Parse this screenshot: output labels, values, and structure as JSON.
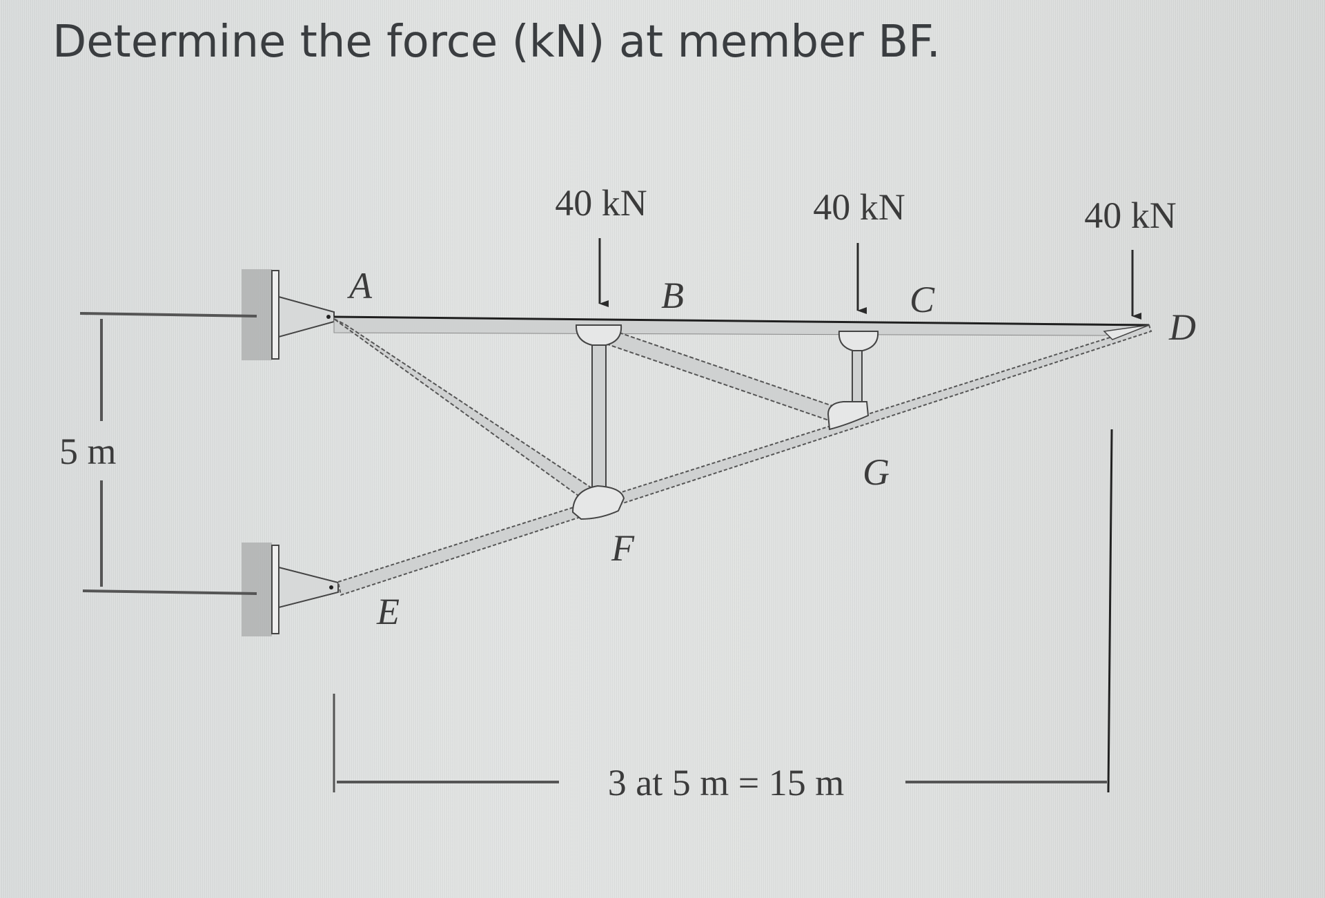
{
  "question": {
    "title": "Determine the force (kN) at member BF."
  },
  "diagram": {
    "type": "truss",
    "joints": [
      {
        "id": "A",
        "label": "A"
      },
      {
        "id": "B",
        "label": "B"
      },
      {
        "id": "C",
        "label": "C"
      },
      {
        "id": "D",
        "label": "D"
      },
      {
        "id": "E",
        "label": "E"
      },
      {
        "id": "F",
        "label": "F"
      },
      {
        "id": "G",
        "label": "G"
      }
    ],
    "members": [
      "AB",
      "BC",
      "CD",
      "AF",
      "BF",
      "BG",
      "CG",
      "EF",
      "FG",
      "GD"
    ],
    "supports": [
      "A",
      "E"
    ],
    "loads": [
      {
        "at": "B",
        "label": "40 kN"
      },
      {
        "at": "C",
        "label": "40 kN"
      },
      {
        "at": "D",
        "label": "40 kN"
      }
    ],
    "dimensions": {
      "vertical": "5 m",
      "horizontal": "3 at 5 m = 15 m"
    }
  },
  "colors": {
    "background": "#e0e2e1",
    "ink": "#2e2e2e",
    "member_fill": "#cfd1d1",
    "text": "#3a3d40"
  }
}
